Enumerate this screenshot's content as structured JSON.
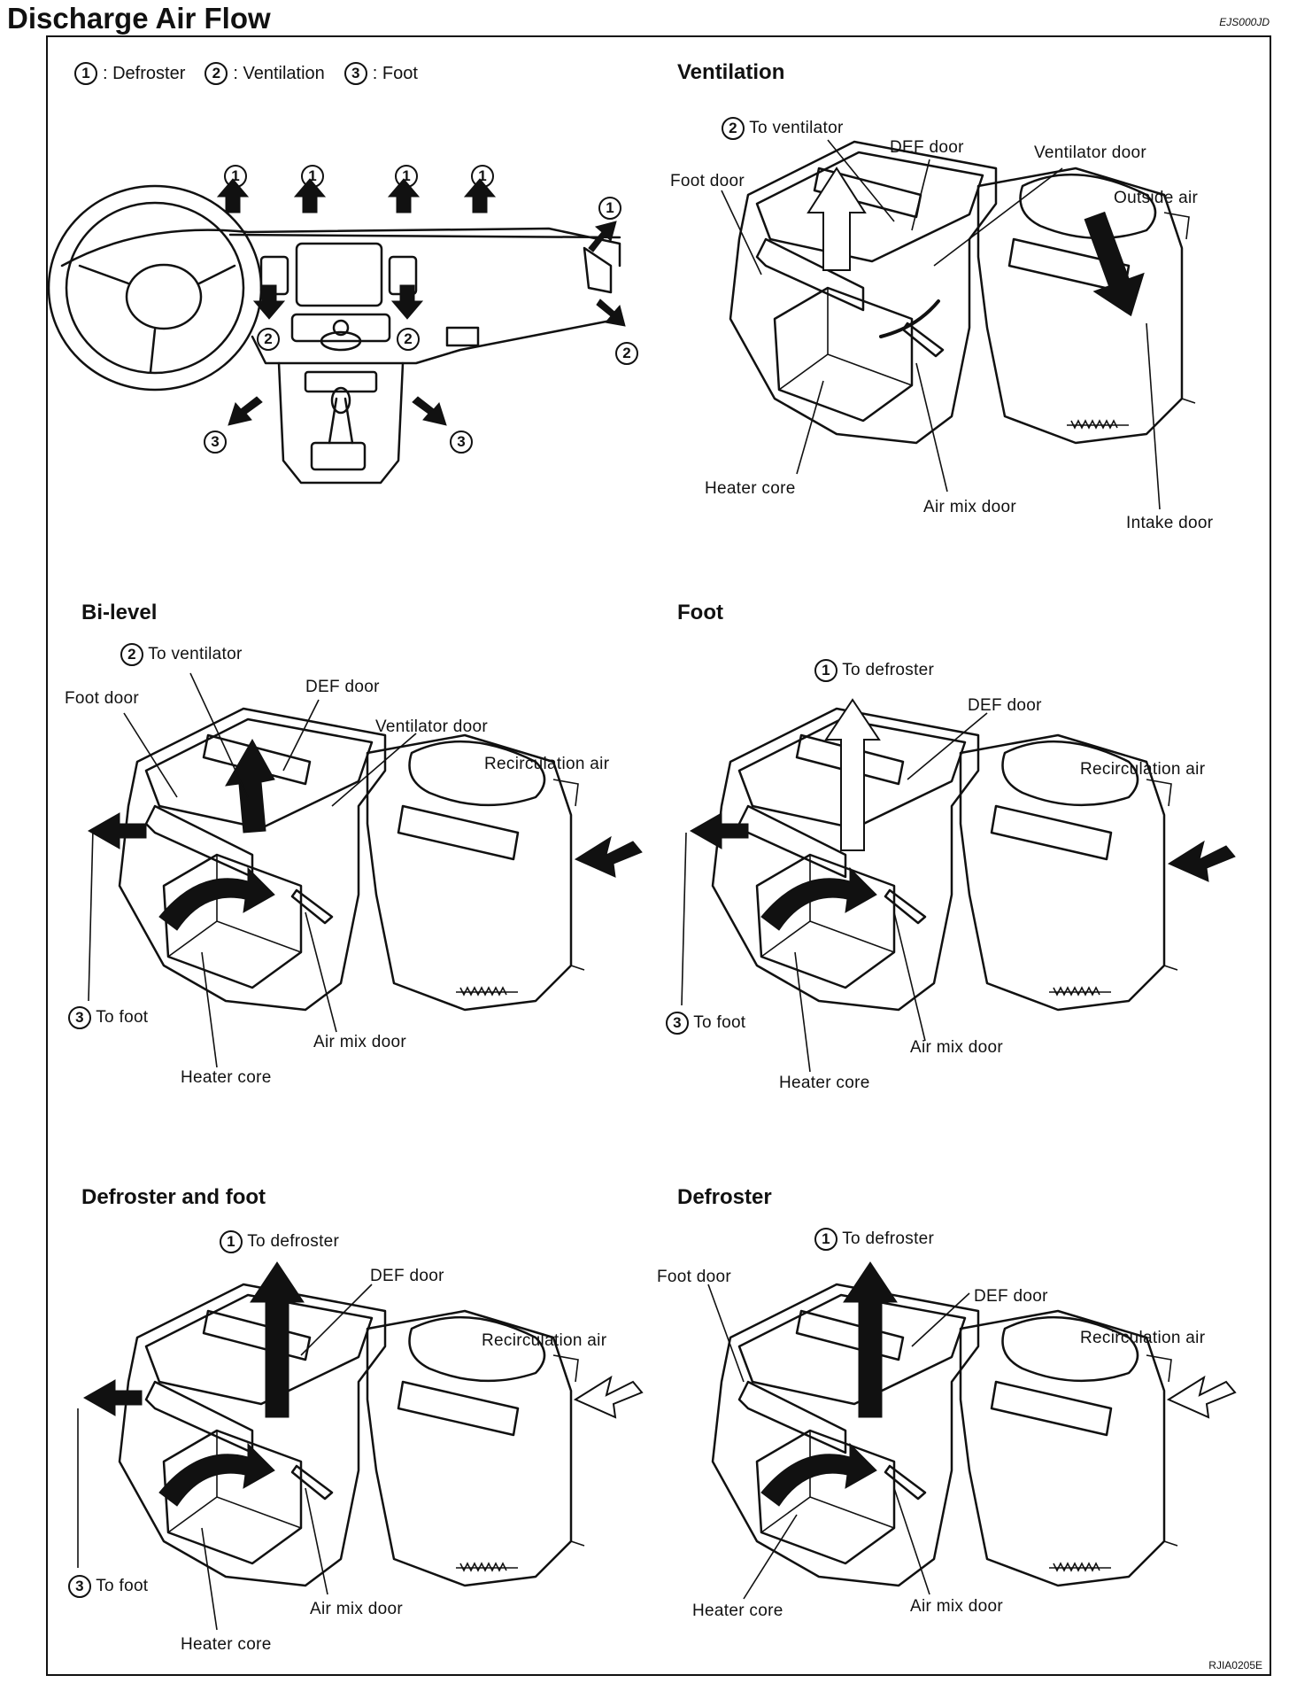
{
  "header": {
    "title": "Discharge Air Flow",
    "doc_id": "EJS000JD"
  },
  "footer": {
    "figure_id": "RJIA0205E"
  },
  "legend": [
    {
      "num": "1",
      "text": ": Defroster"
    },
    {
      "num": "2",
      "text": ": Ventilation"
    },
    {
      "num": "3",
      "text": ": Foot"
    }
  ],
  "dashboard": {
    "marks": [
      "1",
      "1",
      "1",
      "1",
      "1",
      "2",
      "2",
      "2",
      "3",
      "3"
    ]
  },
  "panels": {
    "ventilation": {
      "title": "Ventilation",
      "to_ventilator": "To ventilator",
      "def_door": "DEF door",
      "ventilator_door": "Ventilator door",
      "foot_door": "Foot door",
      "outside_air": "Outside air",
      "heater_core": "Heater core",
      "air_mix_door": "Air mix door",
      "intake_door": "Intake door"
    },
    "bilevel": {
      "title": "Bi-level",
      "to_ventilator": "To ventilator",
      "foot_door": "Foot door",
      "def_door": "DEF door",
      "ventilator_door": "Ventilator door",
      "recirculation_air": "Recirculation air",
      "to_foot": "To foot",
      "air_mix_door": "Air mix door",
      "heater_core": "Heater core"
    },
    "foot": {
      "title": "Foot",
      "to_defroster": "To defroster",
      "def_door": "DEF door",
      "recirculation_air": "Recirculation air",
      "to_foot": "To foot",
      "air_mix_door": "Air mix door",
      "heater_core": "Heater core"
    },
    "defroster_foot": {
      "title": "Defroster and foot",
      "to_defroster": "To defroster",
      "def_door": "DEF door",
      "recirculation_air": "Recirculation air",
      "to_foot": "To foot",
      "air_mix_door": "Air mix door",
      "heater_core": "Heater core"
    },
    "defroster": {
      "title": "Defroster",
      "to_defroster": "To defroster",
      "foot_door": "Foot door",
      "def_door": "DEF door",
      "recirculation_air": "Recirculation air",
      "heater_core": "Heater core",
      "air_mix_door": "Air mix door"
    }
  }
}
